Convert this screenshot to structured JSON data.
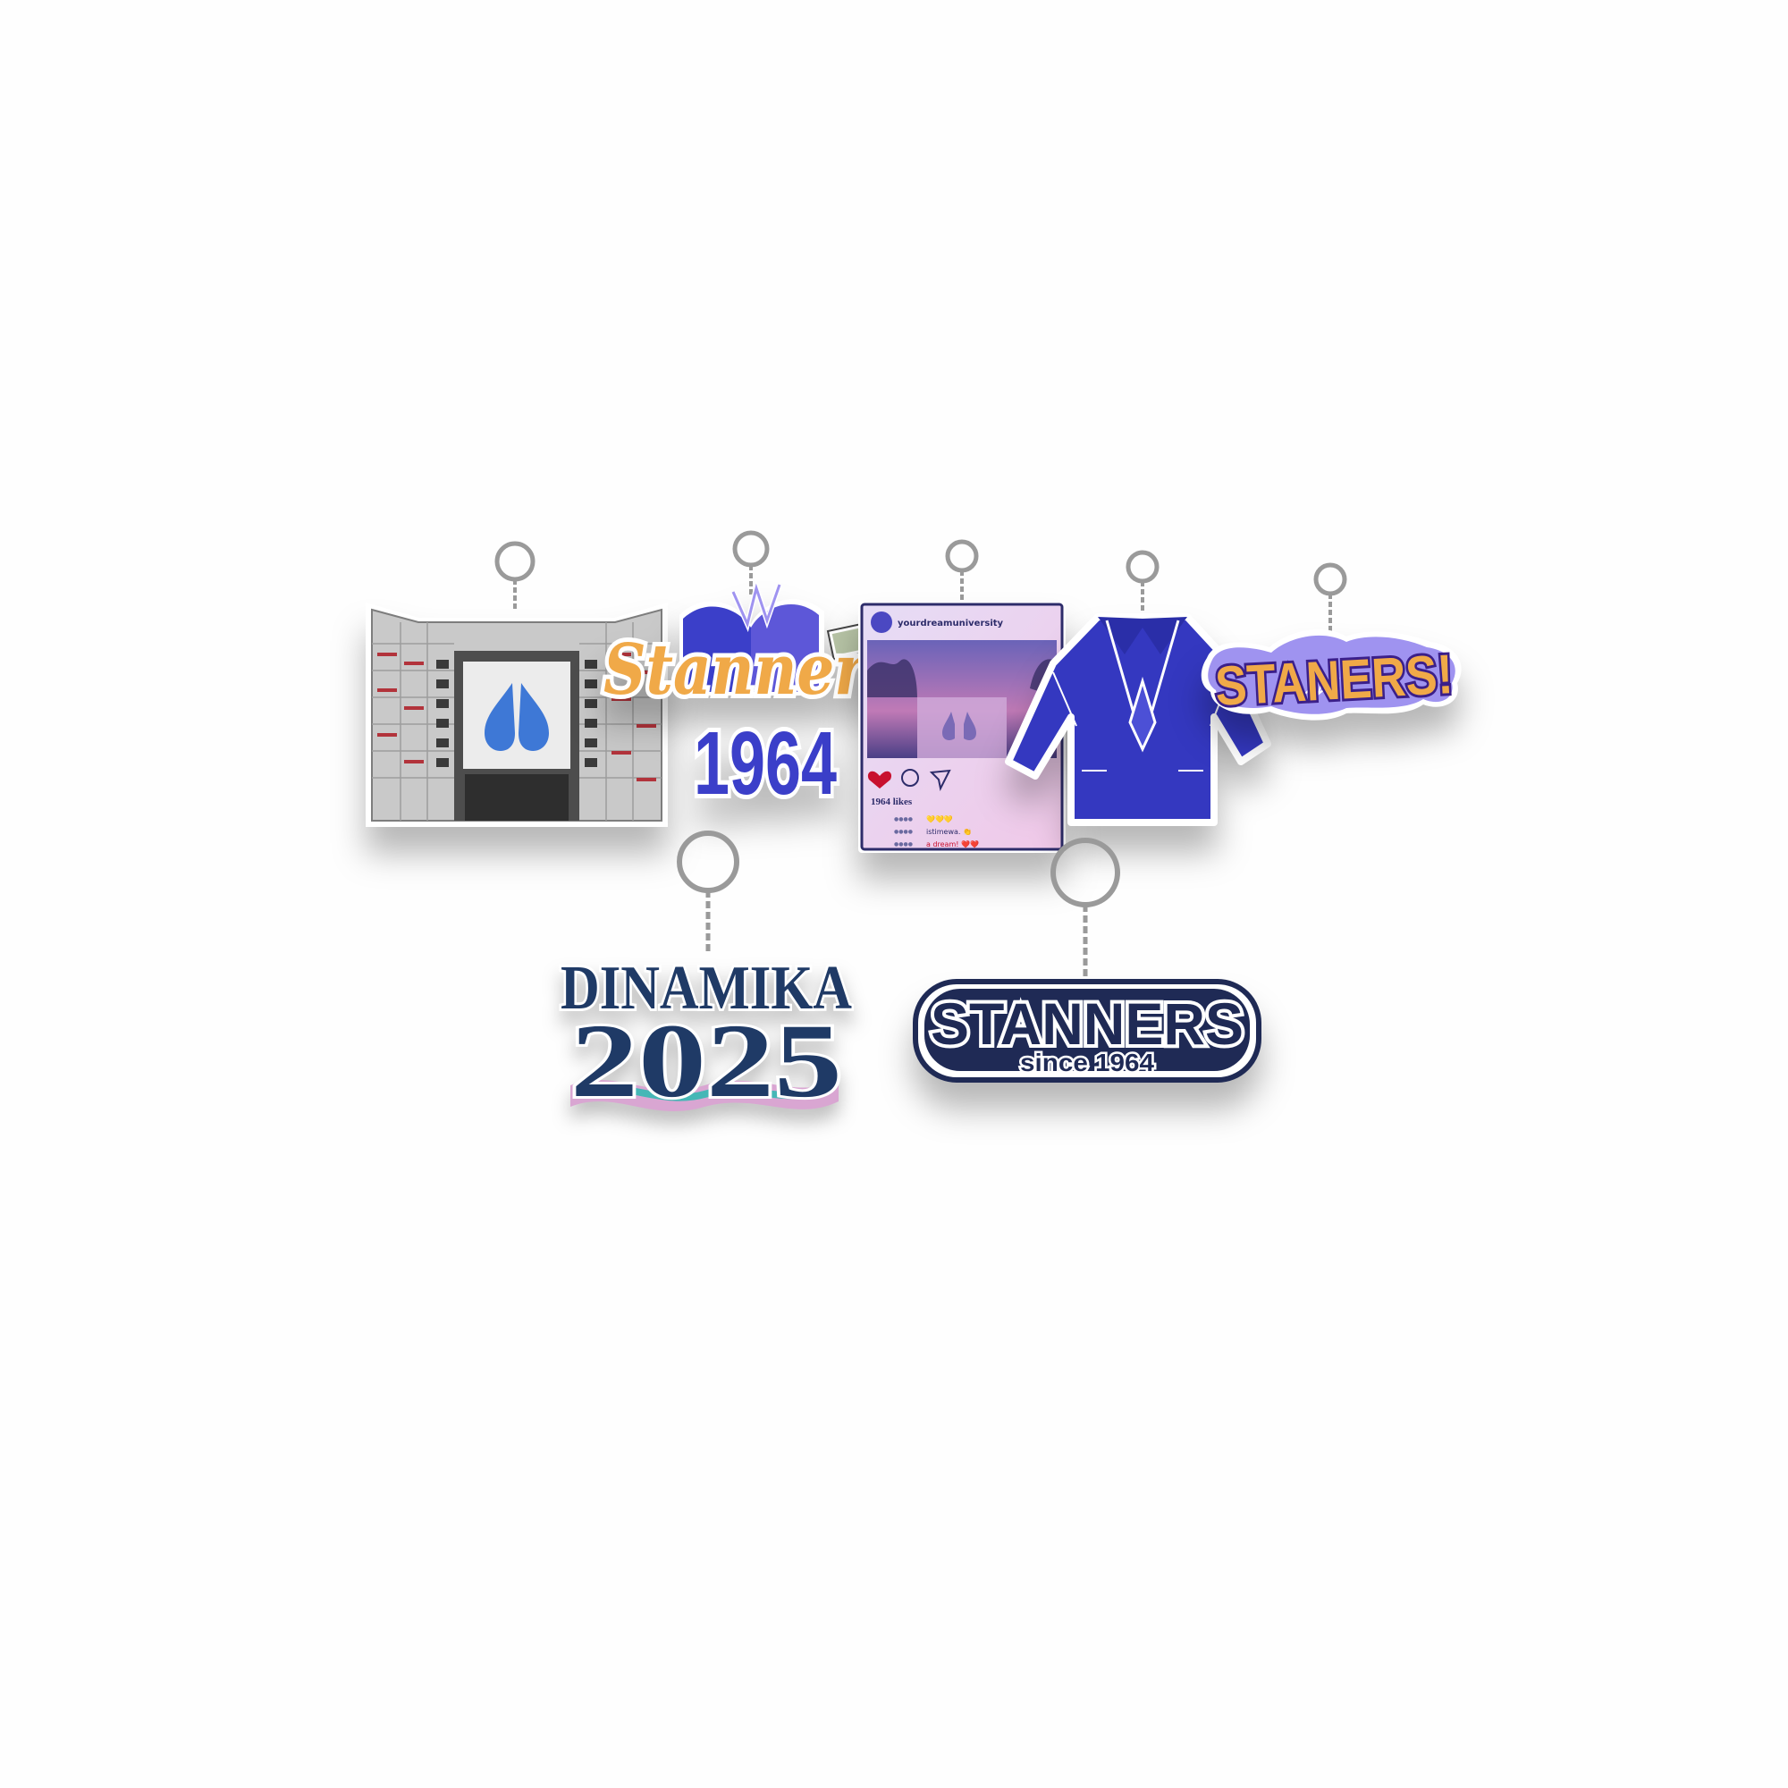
{
  "colors": {
    "background": "#fefefe",
    "navy": "#1f3a66",
    "royal_blue": "#3b3fc9",
    "orange": "#f0a948",
    "lavender": "#9f93f0",
    "gray": "#c9c9c9",
    "logo_blue": "#3e78d6",
    "heart_red": "#c8102e"
  },
  "keychains": [
    {
      "name": "building-keychain",
      "icon": "campus-building-icon",
      "logo_icon": "twin-drop-logo-icon"
    },
    {
      "name": "stanners-1964-book-keychain",
      "script_text": "Stanners",
      "number_text": "1964",
      "icon": "open-book-icon"
    },
    {
      "name": "instagram-post-keychain",
      "username": "yourdreamuniversity",
      "likes": "1964 likes",
      "comments": [
        {
          "user": "●●●●",
          "text": "💛💛💛"
        },
        {
          "user": "●●●●",
          "text": "istimewa. 👏"
        },
        {
          "user": "●●●●",
          "text": "a dream! ❤️❤️"
        }
      ]
    },
    {
      "name": "blazer-keychain",
      "icon": "blazer-jacket-icon"
    },
    {
      "name": "stanners-graffiti-keychain",
      "text": "STANERS!"
    },
    {
      "name": "dinamika-keychain",
      "line1": "DINAMIKA",
      "line2": "2025"
    },
    {
      "name": "stanners-since-keychain",
      "title": "STANNERS",
      "subtitle": "since 1964"
    }
  ]
}
